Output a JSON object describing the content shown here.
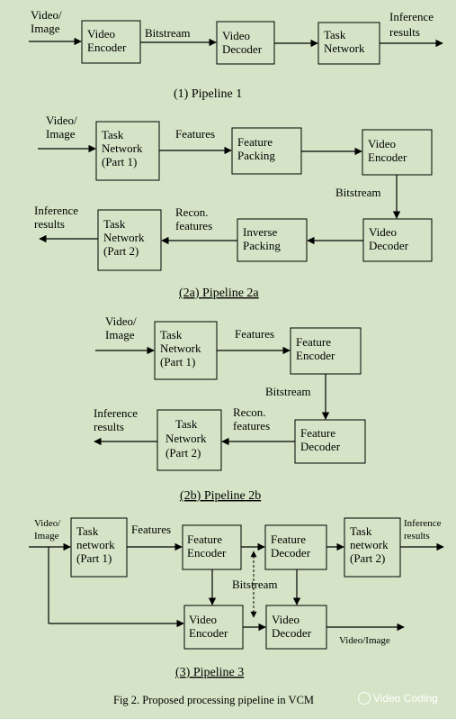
{
  "p1": {
    "input": [
      "Video/",
      "Image"
    ],
    "encoder": [
      "Video",
      "Encoder"
    ],
    "bitstream": "Bitstream",
    "decoder": [
      "Video",
      "Decoder"
    ],
    "task": [
      "Task",
      "Network"
    ],
    "output": [
      "Inference",
      "results"
    ],
    "caption": "(1) Pipeline 1"
  },
  "p2a": {
    "input": [
      "Video/",
      "Image"
    ],
    "task1": [
      "Task",
      "Network",
      "(Part 1)"
    ],
    "features": "Features",
    "packing": [
      "Feature",
      "Packing"
    ],
    "encoder": [
      "Video",
      "Encoder"
    ],
    "bitstream": "Bitstream",
    "decoder": [
      "Video",
      "Decoder"
    ],
    "inverse": [
      "Inverse",
      "Packing"
    ],
    "recon": [
      "Recon.",
      "features"
    ],
    "task2": [
      "Task",
      "Network",
      "(Part 2)"
    ],
    "output": [
      "Inference",
      "results"
    ],
    "caption": "(2a) Pipeline 2a"
  },
  "p2b": {
    "input": [
      "Video/",
      "Image"
    ],
    "task1": [
      "Task",
      "Network",
      "(Part 1)"
    ],
    "features": "Features",
    "fencoder": [
      "Feature",
      "Encoder"
    ],
    "bitstream": "Bitstream",
    "fdecoder": [
      "Feature",
      "Decoder"
    ],
    "recon": [
      "Recon.",
      "features"
    ],
    "task2": [
      "Task",
      "Network",
      "(Part 2)"
    ],
    "output": [
      "Inference",
      "results"
    ],
    "caption": "(2b) Pipeline 2b"
  },
  "p3": {
    "input": [
      "Video/",
      "Image"
    ],
    "task1": [
      "Task",
      "network",
      "(Part 1)"
    ],
    "features": "Features",
    "fencoder": [
      "Feature",
      "Encoder"
    ],
    "fdecoder": [
      "Feature",
      "Decoder"
    ],
    "task2": [
      "Task",
      "network",
      "(Part 2)"
    ],
    "output": [
      "Inference",
      "results"
    ],
    "bitstream": "Bitstream",
    "vencoder": [
      "Video",
      "Encoder"
    ],
    "vdecoder": [
      "Video",
      "Decoder"
    ],
    "vout": "Video/Image",
    "caption": "(3) Pipeline 3"
  },
  "figure_caption": "Fig 2. Proposed processing pipeline in VCM",
  "watermark": "Video Coding"
}
